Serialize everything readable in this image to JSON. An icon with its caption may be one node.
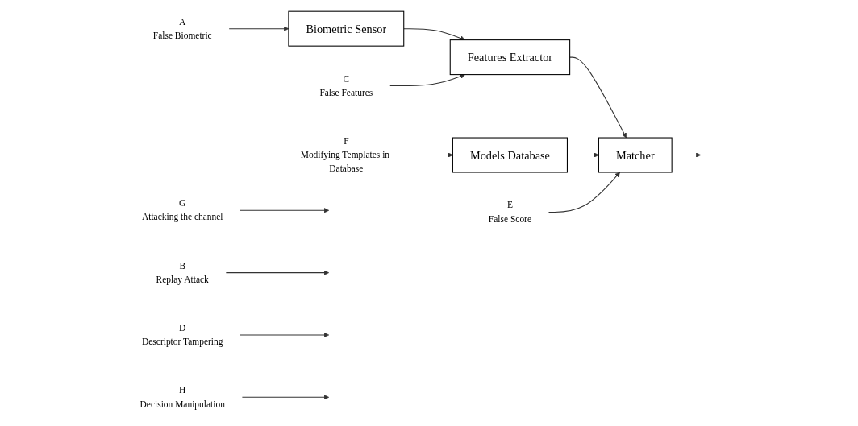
{
  "diagram": {
    "nodes": [
      {
        "text": [
          "F",
          "Modifying Templates in Database"
        ]
      },
      {
        "text": [
          "Models Database"
        ]
      },
      {
        "text": [
          "G",
          "Attacking the channel"
        ]
      },
      {
        "text": [
          "Biometric Sensor"
        ]
      },
      {
        "text": [
          "Features Extractor"
        ]
      },
      {
        "text": [
          "Matcher"
        ]
      },
      {
        "text": [
          "A",
          "False Biometric"
        ]
      },
      {
        "text": [
          "B",
          "Replay Attack"
        ]
      },
      {
        "text": [
          "C",
          "False Features"
        ]
      },
      {
        "text": [
          "D",
          "Descriptor Tampering"
        ]
      },
      {
        "text": [
          "E",
          "False Score"
        ]
      },
      {
        "text": [
          "H",
          "Decision Manipulation"
        ]
      }
    ],
    "edges": [
      {
        "from": 3,
        "to": 4,
        "arrow": "to"
      },
      {
        "from": 4,
        "to": 5,
        "arrow": "to"
      },
      {
        "from": 1,
        "to": 5,
        "arrow": "to"
      },
      {
        "from": 5,
        "to": null,
        "arrow": "to"
      },
      {
        "from": 0,
        "to": 1,
        "arrow": "to"
      },
      {
        "from": 2,
        "to": null,
        "arrow": "to"
      },
      {
        "from": 6,
        "to": 3,
        "arrow": "to"
      },
      {
        "from": 7,
        "to": null,
        "arrow": "to"
      },
      {
        "from": 8,
        "to": 4,
        "arrow": "to"
      },
      {
        "from": 9,
        "to": null,
        "arrow": "to"
      },
      {
        "from": 10,
        "to": 5,
        "arrow": "to"
      },
      {
        "from": 11,
        "to": null,
        "arrow": "to"
      }
    ]
  }
}
